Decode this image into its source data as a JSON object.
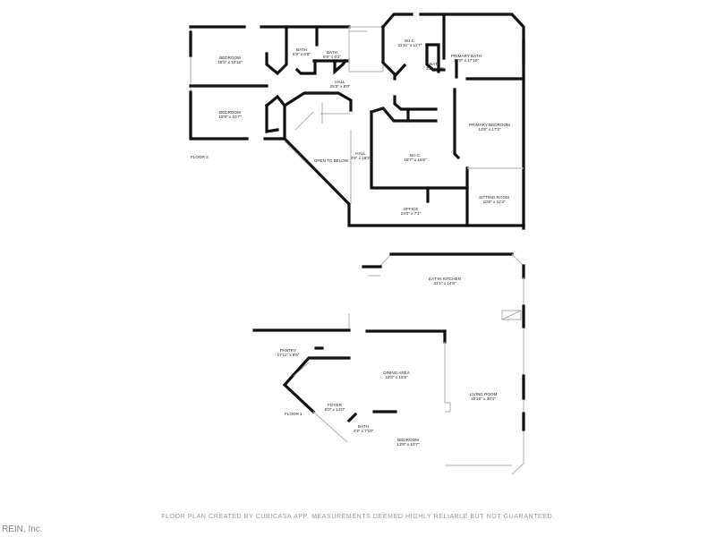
{
  "floor2": {
    "label": "FLOOR 2",
    "rooms": [
      {
        "name": "BEDROOM",
        "dims": "16'5\" x 10'10\""
      },
      {
        "name": "BEDROOM",
        "dims": "16'8\" x 10'7\""
      },
      {
        "name": "BATH",
        "dims": "5'8\" x 8'8\""
      },
      {
        "name": "BATH",
        "dims": "5'9\" x 6'1\""
      },
      {
        "name": "HALL",
        "dims": "25'3\" x 8'0\""
      },
      {
        "name": "W.I.C.",
        "dims": "11'11\" x 11'7\""
      },
      {
        "name": "BATH",
        "dims": "3'3\" x 6'0\""
      },
      {
        "name": "PRIMARY BATH",
        "dims": "24'9\" x 17'10\""
      },
      {
        "name": "PRIMARY BEDROOM",
        "dims": "13'8\" x 17'2\""
      },
      {
        "name": "OPEN TO BELOW",
        "dims": ""
      },
      {
        "name": "HALL",
        "dims": "4'8\" x 18'3\""
      },
      {
        "name": "W.I.C.",
        "dims": "18'7\" x 15'6\""
      },
      {
        "name": "SITTING ROOM",
        "dims": "10'8\" x 11'3\""
      },
      {
        "name": "OFFICE",
        "dims": "23'0\" x 7'1\""
      }
    ]
  },
  "floor1": {
    "label": "FLOOR 1",
    "rooms": [
      {
        "name": "EAT-IN KITCHEN",
        "dims": "31'1\" x 14'8\""
      },
      {
        "name": "PANTRY",
        "dims": "17'11\" x 8'6\""
      },
      {
        "name": "DINING AREA",
        "dims": "18'6\" x 15'5\""
      },
      {
        "name": "LIVING ROOM",
        "dims": "15'10\" x 30'1\""
      },
      {
        "name": "FOYER",
        "dims": "8'0\" x 14'0\""
      },
      {
        "name": "BATH",
        "dims": "4'3\" x 7'10\""
      },
      {
        "name": "BEDROOM",
        "dims": "13'8\" x 10'7\""
      }
    ]
  },
  "footer": "FLOOR PLAN CREATED BY CUBICASA APP. MEASUREMENTS DEEMED HIGHLY RELIABLE BUT NOT GUARANTEED.",
  "watermark": "REIN, Inc."
}
